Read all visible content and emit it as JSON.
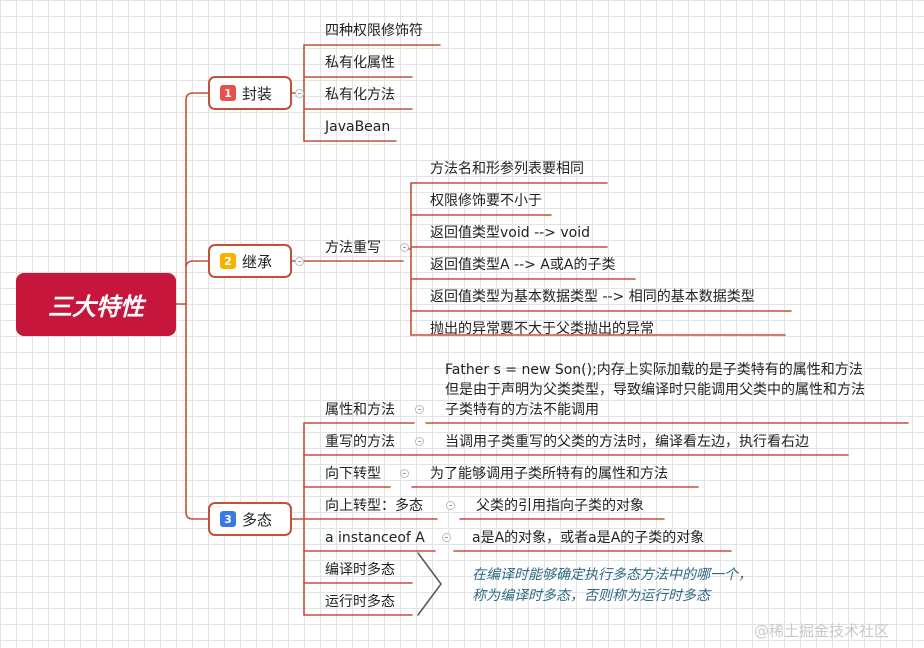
{
  "root": {
    "title": "三大特性"
  },
  "branches": {
    "encapsulation": {
      "badge": "1",
      "label": "封装",
      "badge_color": "#e8504a",
      "items": [
        "四种权限修饰符",
        "私有化属性",
        "私有化方法",
        "JavaBean"
      ]
    },
    "inheritance": {
      "badge": "2",
      "label": "继承",
      "badge_color": "#f5b400",
      "override": {
        "label": "方法重写",
        "rules": [
          "方法名和形参列表要相同",
          "权限修饰要不小于",
          "返回值类型void --> void",
          "返回值类型A --> A或A的子类",
          "返回值类型为基本数据类型 --> 相同的基本数据类型",
          "抛出的异常要不大于父类抛出的异常"
        ]
      }
    },
    "polymorphism": {
      "badge": "3",
      "label": "多态",
      "badge_color": "#3b78e7",
      "items": [
        {
          "label": "属性和方法",
          "details": [
            "Father s = new Son();内存上实际加载的是子类特有的属性和方法",
            "但是由于声明为父类类型，导致编译时只能调用父类中的属性和方法",
            "子类特有的方法不能调用"
          ]
        },
        {
          "label": "重写的方法",
          "detail": "当调用子类重写的父类的方法时，编译看左边，执行看右边"
        },
        {
          "label": "向下转型",
          "detail": "为了能够调用子类所特有的属性和方法"
        },
        {
          "label": "向上转型：多态",
          "detail": "父类的引用指向子类的对象"
        },
        {
          "label": "a instanceof A",
          "detail": "a是A的对象，或者a是A的子类的对象"
        },
        {
          "label": "编译时多态"
        },
        {
          "label": "运行时多态"
        }
      ],
      "note": [
        "在编译时能够确定执行多态方法中的哪一个，",
        "称为编译时多态，否则称为运行时多态"
      ]
    }
  },
  "colors": {
    "root": "#c7163c",
    "line": "#c0523a",
    "note": "#2e6a80"
  },
  "watermark": "@稀土掘金技术社区"
}
